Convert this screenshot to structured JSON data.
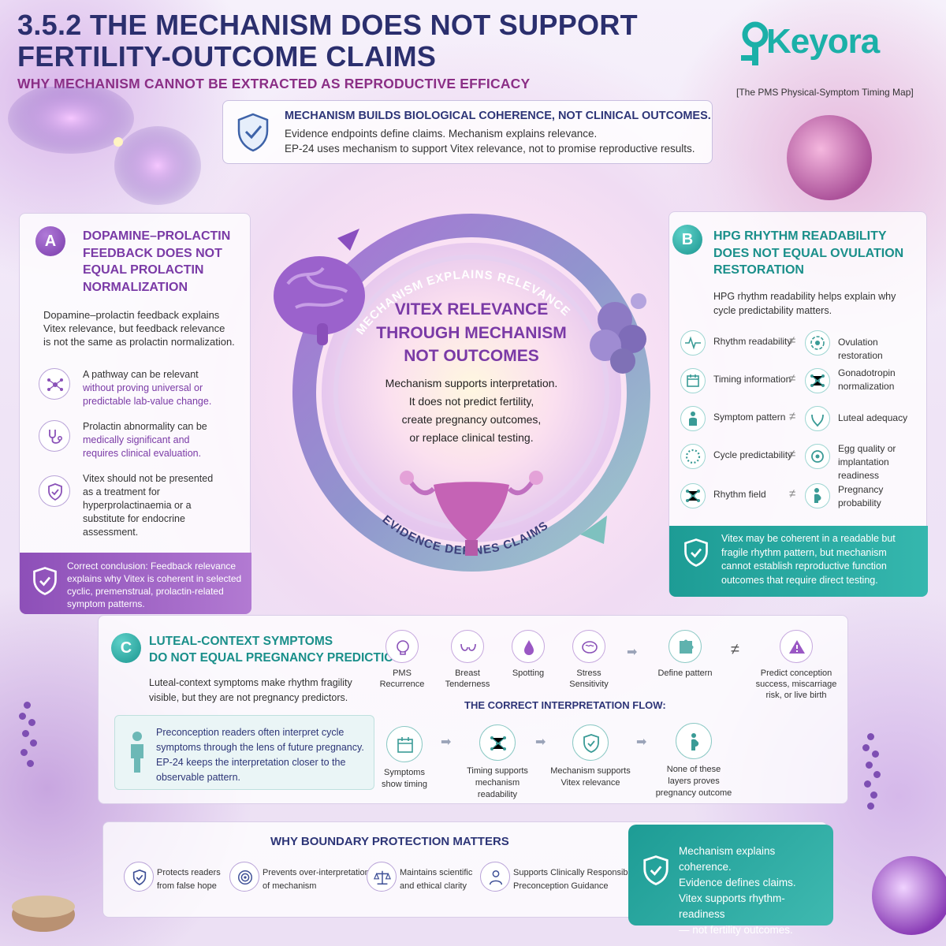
{
  "header": {
    "title_line1": "3.5.2  THE MECHANISM DOES NOT SUPPORT",
    "title_line2": "FERTILITY-OUTCOME CLAIMS",
    "subtitle": "WHY MECHANISM CANNOT BE EXTRACTED AS REPRODUCTIVE EFFICACY",
    "logo_text": "Keyora",
    "logo_subtitle": "[The PMS Physical-Symptom Timing Map]"
  },
  "banner": {
    "heading": "MECHANISM BUILDS BIOLOGICAL COHERENCE, NOT CLINICAL OUTCOMES.",
    "line1": "Evidence endpoints define claims. Mechanism explains relevance.",
    "line2": "EP-24 uses mechanism to support Vitex relevance, not to promise reproductive results."
  },
  "panel_a": {
    "badge": "A",
    "heading": [
      "DOPAMINE–PROLACTIN",
      "FEEDBACK DOES NOT",
      "EQUAL PROLACTIN",
      "NORMALIZATION"
    ],
    "body": [
      "Dopamine–prolactin feedback explains",
      "Vitex relevance, but feedback relevance",
      "is not the same as prolactin normalization."
    ],
    "items": [
      {
        "icon": "network-icon",
        "lines": [
          "A pathway can be relevant",
          "without proving universal or",
          "predictable lab-value change."
        ]
      },
      {
        "icon": "stethoscope-icon",
        "lines": [
          "Prolactin abnormality can be",
          "medically significant and",
          "requires clinical evaluation."
        ]
      },
      {
        "icon": "shield-check-icon",
        "lines": [
          "Vitex should not be presented",
          "as a treatment for",
          "hyperprolactinaemia or a",
          "substitute for endocrine",
          "assessment."
        ]
      }
    ],
    "conclusion": [
      "Correct conclusion: Feedback relevance",
      "explains why Vitex is coherent in selected",
      "cyclic, premenstrual, prolactin-related",
      "symptom patterns."
    ]
  },
  "center": {
    "ring_top": "MECHANISM EXPLAINS RELEVANCE",
    "ring_bottom": "EVIDENCE DEFINES CLAIMS",
    "title": [
      "VITEX RELEVANCE",
      "THROUGH MECHANISM",
      "NOT OUTCOMES"
    ],
    "body": [
      "Mechanism supports interpretation.",
      "It does not predict fertility,",
      "create pregnancy outcomes,",
      "or replace clinical testing."
    ]
  },
  "panel_b": {
    "badge": "B",
    "heading": [
      "HPG RHYTHM READABILITY",
      "DOES NOT EQUAL OVULATION",
      "RESTORATION"
    ],
    "intro": [
      "HPG rhythm readability helps explain why",
      "cycle predictability matters."
    ],
    "rows": [
      {
        "left": "Rhythm readability",
        "right": [
          "Ovulation restoration"
        ],
        "left_icon": "pulse-icon",
        "right_icon": "cycle-icon"
      },
      {
        "left": "Timing information",
        "right": [
          "Gonadotropin",
          "normalization"
        ],
        "left_icon": "calendar-icon",
        "right_icon": "molecule-icon"
      },
      {
        "left": "Symptom pattern",
        "right": [
          "Luteal adequacy"
        ],
        "left_icon": "person-icon",
        "right_icon": "uterus-icon"
      },
      {
        "left": "Cycle predictability",
        "right": [
          "Egg quality or",
          "implantation readiness"
        ],
        "left_icon": "cycle-dots-icon",
        "right_icon": "egg-icon"
      },
      {
        "left": "Rhythm field",
        "right": [
          "Pregnancy",
          "probability"
        ],
        "left_icon": "network-icon",
        "right_icon": "pregnant-icon"
      }
    ],
    "neq": "≠",
    "footer": [
      "Vitex may be coherent in a readable but",
      "fragile rhythm pattern, but mechanism",
      "cannot establish reproductive function",
      "outcomes that require direct testing."
    ]
  },
  "panel_c": {
    "badge": "C",
    "heading": [
      "LUTEAL-CONTEXT SYMPTOMS",
      "DO NOT EQUAL PREGNANCY PREDICTION"
    ],
    "body": [
      "Luteal-context symptoms make rhythm fragility",
      "visible, but they are not pregnancy predictors."
    ],
    "box": [
      "Preconception readers often interpret cycle",
      "symptoms through the lens of future pregnancy.",
      "EP-24 keeps the interpretation closer to the",
      "observable pattern."
    ],
    "symptoms": [
      "PMS Recurrence",
      "Breast Tenderness",
      "Spotting",
      "Stress Sensitivity"
    ],
    "define_pattern": "Define pattern",
    "neq": "≠",
    "predict": [
      "Predict conception",
      "success, miscarriage",
      "risk, or live birth"
    ],
    "flow_title": "THE CORRECT INTERPRETATION FLOW:",
    "flow": [
      [
        "Symptoms",
        "show timing"
      ],
      [
        "Timing supports",
        "mechanism",
        "readability"
      ],
      [
        "Mechanism supports",
        "Vitex relevance"
      ],
      [
        "None of these",
        "layers proves",
        "pregnancy outcome"
      ]
    ]
  },
  "bottom": {
    "title": "WHY BOUNDARY PROTECTION MATTERS",
    "items": [
      [
        "Protects readers",
        "from false hope"
      ],
      [
        "Prevents over-interpretation",
        "of mechanism"
      ],
      [
        "Maintains scientific",
        "and ethical clarity"
      ],
      [
        "Supports Clinically Responsible",
        "Preconception Guidance"
      ]
    ],
    "summary": [
      "Mechanism explains coherence.",
      "Evidence defines claims.",
      "Vitex supports rhythm-readiness",
      "— not fertility outcomes."
    ]
  },
  "colors": {
    "purple": "#7a3aa6",
    "teal": "#1a8f8a",
    "navy": "#2b2f6e",
    "magenta": "#8b2f86"
  }
}
